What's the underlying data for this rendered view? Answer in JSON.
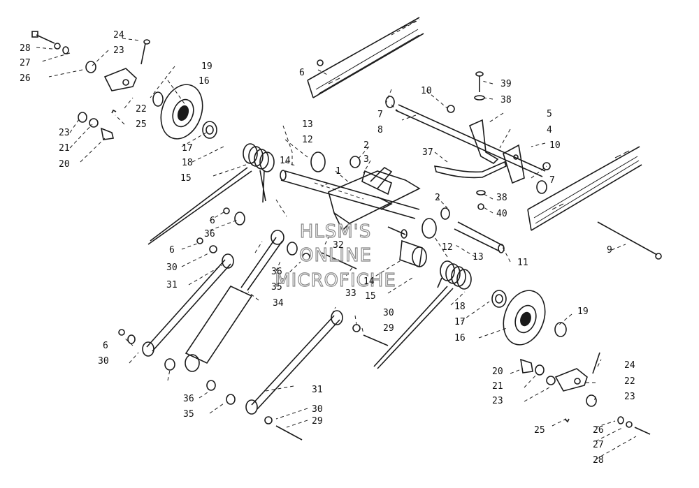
{
  "watermark": {
    "line1": "HLSM'S",
    "line2": "ONLINE",
    "line3": "MICROFICHE"
  },
  "callouts": [
    {
      "id": "c1",
      "text": "1"
    },
    {
      "id": "c2a",
      "text": "2"
    },
    {
      "id": "c2b",
      "text": "2"
    },
    {
      "id": "c3",
      "text": "3"
    },
    {
      "id": "c4",
      "text": "4"
    },
    {
      "id": "c5",
      "text": "5"
    },
    {
      "id": "c6a",
      "text": "6"
    },
    {
      "id": "c6b",
      "text": "6"
    },
    {
      "id": "c6c",
      "text": "6"
    },
    {
      "id": "c6d",
      "text": "6"
    },
    {
      "id": "c7a",
      "text": "7"
    },
    {
      "id": "c7b",
      "text": "7"
    },
    {
      "id": "c8",
      "text": "8"
    },
    {
      "id": "c9",
      "text": "9"
    },
    {
      "id": "c10a",
      "text": "10"
    },
    {
      "id": "c10b",
      "text": "10"
    },
    {
      "id": "c11",
      "text": "11"
    },
    {
      "id": "c12a",
      "text": "12"
    },
    {
      "id": "c12b",
      "text": "12"
    },
    {
      "id": "c13a",
      "text": "13"
    },
    {
      "id": "c13b",
      "text": "13"
    },
    {
      "id": "c14a",
      "text": "14"
    },
    {
      "id": "c14b",
      "text": "14"
    },
    {
      "id": "c15a",
      "text": "15"
    },
    {
      "id": "c15b",
      "text": "15"
    },
    {
      "id": "c16a",
      "text": "16"
    },
    {
      "id": "c16b",
      "text": "16"
    },
    {
      "id": "c17a",
      "text": "17"
    },
    {
      "id": "c17b",
      "text": "17"
    },
    {
      "id": "c18a",
      "text": "18"
    },
    {
      "id": "c18b",
      "text": "18"
    },
    {
      "id": "c19a",
      "text": "19"
    },
    {
      "id": "c19b",
      "text": "19"
    },
    {
      "id": "c20a",
      "text": "20"
    },
    {
      "id": "c20b",
      "text": "20"
    },
    {
      "id": "c21a",
      "text": "21"
    },
    {
      "id": "c21b",
      "text": "21"
    },
    {
      "id": "c22a",
      "text": "22"
    },
    {
      "id": "c22b",
      "text": "22"
    },
    {
      "id": "c23a",
      "text": "23"
    },
    {
      "id": "c23b",
      "text": "23"
    },
    {
      "id": "c23c",
      "text": "23"
    },
    {
      "id": "c23d",
      "text": "23"
    },
    {
      "id": "c24a",
      "text": "24"
    },
    {
      "id": "c24b",
      "text": "24"
    },
    {
      "id": "c25a",
      "text": "25"
    },
    {
      "id": "c25b",
      "text": "25"
    },
    {
      "id": "c26a",
      "text": "26"
    },
    {
      "id": "c26b",
      "text": "26"
    },
    {
      "id": "c27a",
      "text": "27"
    },
    {
      "id": "c27b",
      "text": "27"
    },
    {
      "id": "c28a",
      "text": "28"
    },
    {
      "id": "c28b",
      "text": "28"
    },
    {
      "id": "c29a",
      "text": "29"
    },
    {
      "id": "c29b",
      "text": "29"
    },
    {
      "id": "c30a",
      "text": "30"
    },
    {
      "id": "c30b",
      "text": "30"
    },
    {
      "id": "c30c",
      "text": "30"
    },
    {
      "id": "c30d",
      "text": "30"
    },
    {
      "id": "c31a",
      "text": "31"
    },
    {
      "id": "c31b",
      "text": "31"
    },
    {
      "id": "c32",
      "text": "32"
    },
    {
      "id": "c33",
      "text": "33"
    },
    {
      "id": "c34",
      "text": "34"
    },
    {
      "id": "c35a",
      "text": "35"
    },
    {
      "id": "c35b",
      "text": "35"
    },
    {
      "id": "c36a",
      "text": "36"
    },
    {
      "id": "c36b",
      "text": "36"
    },
    {
      "id": "c36c",
      "text": "36"
    },
    {
      "id": "c37",
      "text": "37"
    },
    {
      "id": "c38a",
      "text": "38"
    },
    {
      "id": "c38b",
      "text": "38"
    },
    {
      "id": "c39",
      "text": "39"
    },
    {
      "id": "c40",
      "text": "40"
    }
  ]
}
